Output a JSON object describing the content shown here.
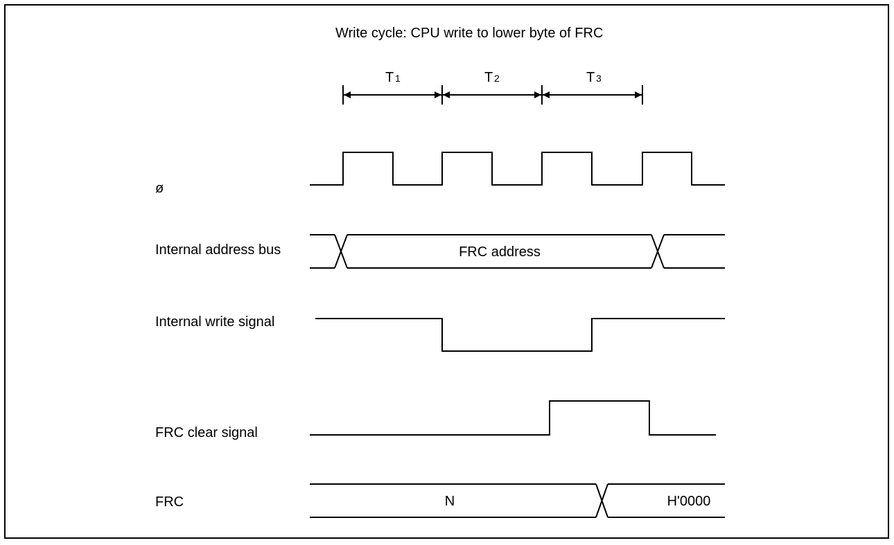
{
  "title": "Write cycle:  CPU write to lower byte of FRC",
  "states": [
    {
      "main": "T",
      "sub": "1"
    },
    {
      "main": "T",
      "sub": "2"
    },
    {
      "main": "T",
      "sub": "3"
    }
  ],
  "signals": {
    "clock": "ø",
    "address_bus": "Internal address bus",
    "write_signal": "Internal write signal",
    "clear_signal": "FRC clear signal",
    "frc": "FRC"
  },
  "bus_values": {
    "address": "FRC address",
    "frc_before": "N",
    "frc_after": "H'0000"
  }
}
